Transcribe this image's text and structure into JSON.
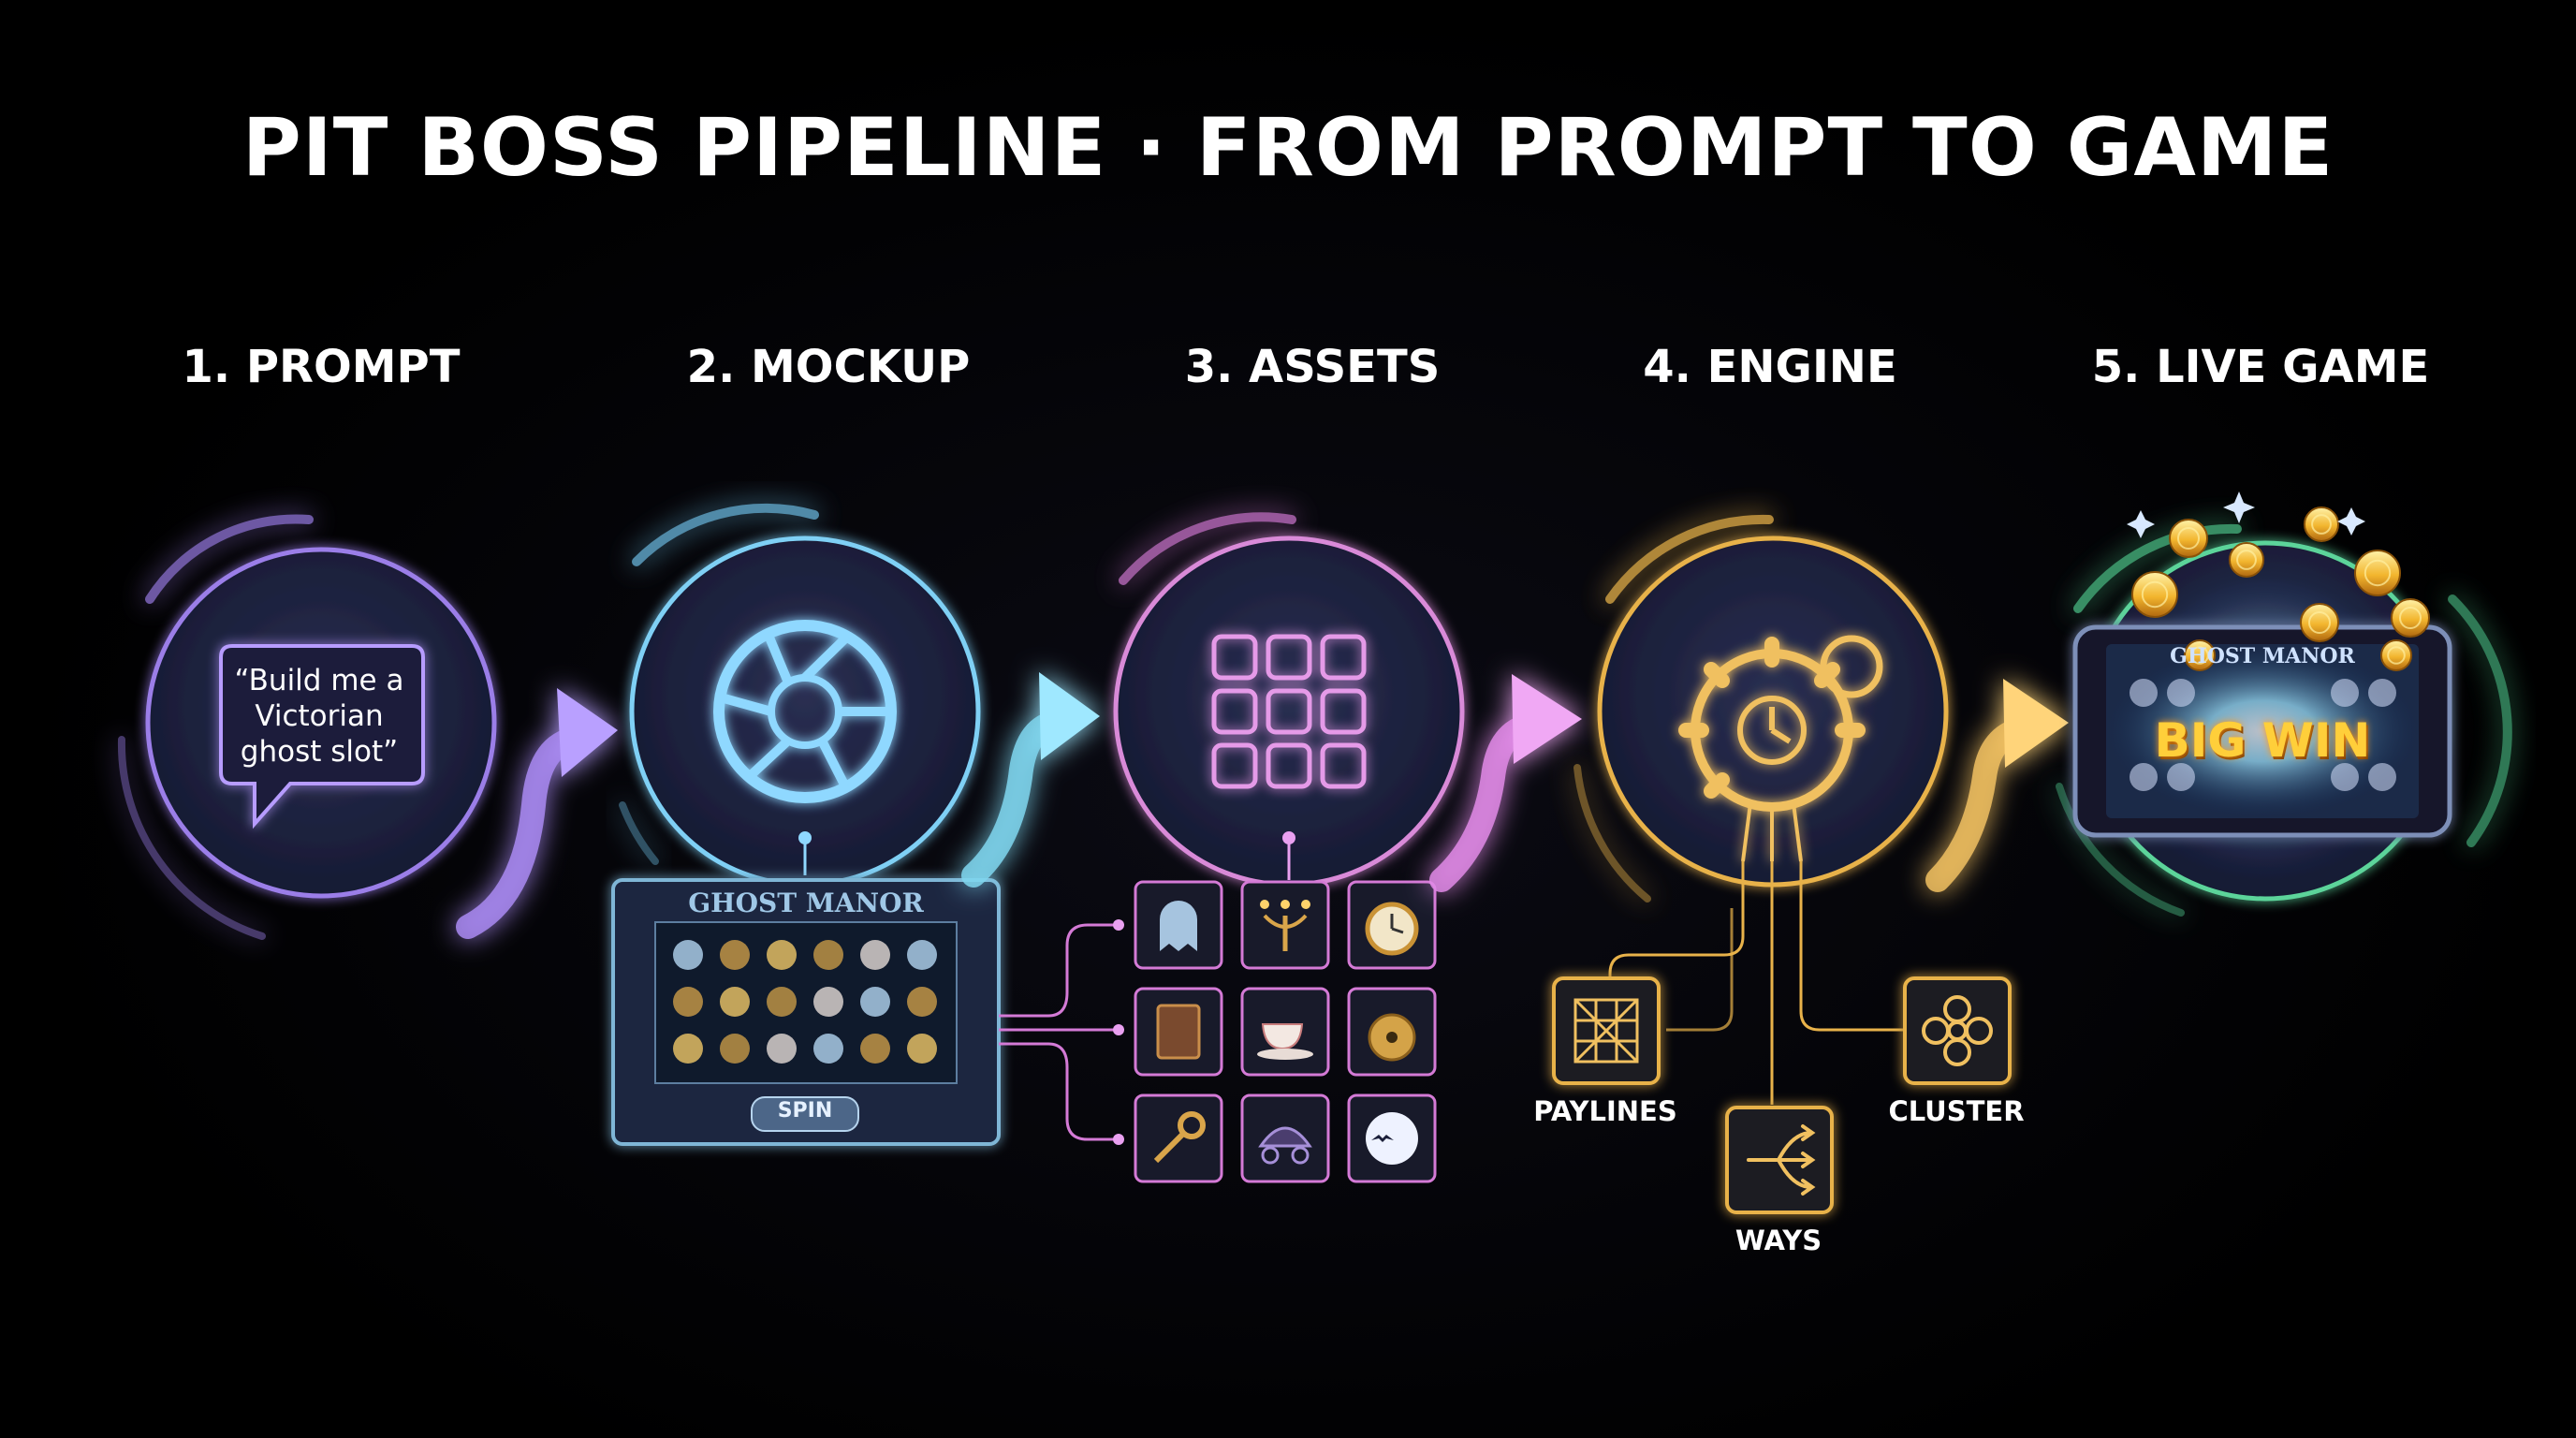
{
  "title": "PIT BOSS PIPELINE · FROM PROMPT TO GAME",
  "steps": [
    {
      "label": "1. PROMPT",
      "color": "#9b7ee8"
    },
    {
      "label": "2. MOCKUP",
      "color": "#6fc3ec"
    },
    {
      "label": "3. ASSETS",
      "color": "#d47ad6"
    },
    {
      "label": "4. ENGINE",
      "color": "#e8b24a"
    },
    {
      "label": "5. LIVE GAME",
      "color": "#4fc98d"
    }
  ],
  "prompt_bubble": {
    "text_lines": [
      "“Build me a",
      "Victorian",
      "ghost slot”"
    ]
  },
  "mockup": {
    "game_title": "GHOST MANOR",
    "spin_label": "SPIN"
  },
  "assets": {
    "icons": [
      "ghost-icon",
      "candelabra-icon",
      "pocket-watch-icon",
      "book-icon",
      "teacup-icon",
      "locket-icon",
      "key-icon",
      "carriage-icon",
      "moon-bat-icon"
    ]
  },
  "engine": {
    "modes": [
      {
        "label": "PAYLINES",
        "icon": "paylines-grid-icon"
      },
      {
        "label": "WAYS",
        "icon": "ways-branch-icon"
      },
      {
        "label": "CLUSTER",
        "icon": "cluster-icon"
      }
    ]
  },
  "live_game": {
    "game_title": "GHOST MANOR",
    "win_text": "BIG WIN"
  }
}
